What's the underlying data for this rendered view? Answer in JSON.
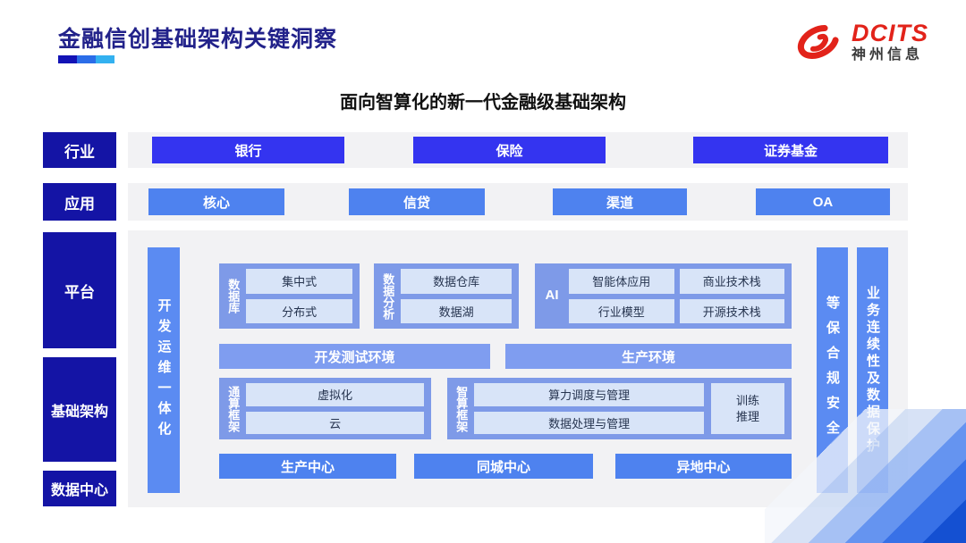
{
  "header": {
    "title": "金融信创基础架构关键洞察",
    "logo_brand": "DCITS",
    "logo_company": "神州信息"
  },
  "subtitle": "面向智算化的新一代金融级基础架构",
  "industry": {
    "label": "行业",
    "items": [
      "银行",
      "保险",
      "证券基金"
    ]
  },
  "application": {
    "label": "应用",
    "items": [
      "核心",
      "信贷",
      "渠道",
      "OA"
    ]
  },
  "sections": {
    "platform": "平台",
    "infrastructure": "基础架构",
    "datacenter": "数据中心"
  },
  "platform": {
    "devops": "开发运维一体化",
    "database": {
      "label": "数据库",
      "items": [
        "集中式",
        "分布式"
      ]
    },
    "analytics": {
      "label": "数据分析",
      "items": [
        "数据仓库",
        "数据湖"
      ]
    },
    "ai": {
      "label": "AI",
      "items": [
        "智能体应用",
        "商业技术栈",
        "行业模型",
        "开源技术栈"
      ]
    },
    "environments": [
      "开发测试环境",
      "生产环境"
    ],
    "general_compute": {
      "label": "通算框架",
      "items": [
        "虚拟化",
        "云"
      ]
    },
    "intelligent_compute": {
      "label": "智算框架",
      "items": [
        "算力调度与管理",
        "数据处理与管理"
      ],
      "side_box": "训练\n推理"
    },
    "centers": [
      "生产中心",
      "同城中心",
      "异地中心"
    ],
    "security": "等保合规安全",
    "continuity": "业务连续性及数据保护"
  },
  "colors": {
    "title_navy": "#22228a",
    "label_navy": "#1414a5",
    "industry_button_blue": "#3434f0",
    "app_button_blue": "#4e82ef",
    "vertical_bar_blue": "#5b8bf2",
    "group_container_blue": "#7e9ae8",
    "env_bar_blue": "#7f9df0",
    "inner_box_light": "#d8e4f8",
    "panel_gray": "#f2f2f4",
    "logo_red": "#e2231a",
    "underline_segments": [
      "#1313b5",
      "#2b6de8",
      "#33b1f0"
    ]
  }
}
